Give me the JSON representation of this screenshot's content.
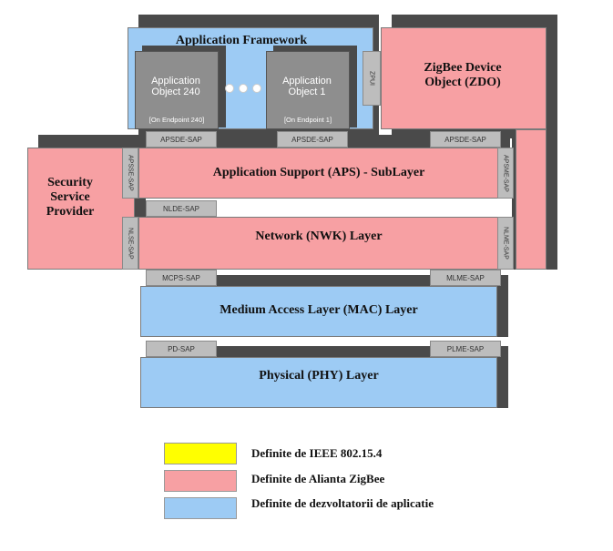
{
  "layers": {
    "app_framework": "Application Framework",
    "zdo": "ZigBee Device Object (ZDO)",
    "security": "Security Service Provider",
    "aps": "Application Support (APS) - SubLayer",
    "nwk": "Network (NWK) Layer",
    "mac": "Medium Access Layer (MAC) Layer",
    "phy": "Physical (PHY) Layer"
  },
  "objects": [
    {
      "name": "Application Object 240",
      "endpoint": "[On Endpoint 240]"
    },
    {
      "name": "Application Object 1",
      "endpoint": "[On Endpoint 1]"
    }
  ],
  "saps": {
    "zdo_vertical": "ZPUI",
    "apsde_1": "APSDE-SAP",
    "apsde_2": "APSDE-SAP",
    "apsde_3": "APSDE-SAP",
    "apsse": "APSSE-SAP",
    "apsme": "APSME-SAP",
    "nlde": "NLDE-SAP",
    "nlse": "NLSE-SAP",
    "nlme": "NLME-SAP",
    "mcps": "MCPS-SAP",
    "mlme": "MLME-SAP",
    "pd": "PD-SAP",
    "plme": "PLME-SAP"
  },
  "legend": [
    {
      "color": "#ffff00",
      "label": "Definite de IEEE 802.15.4"
    },
    {
      "color": "#f7a0a3",
      "label": "Definite de Alianta ZigBee"
    },
    {
      "color": "#9dcbf4",
      "label": "Definite de dezvoltatorii de aplicatie"
    }
  ]
}
